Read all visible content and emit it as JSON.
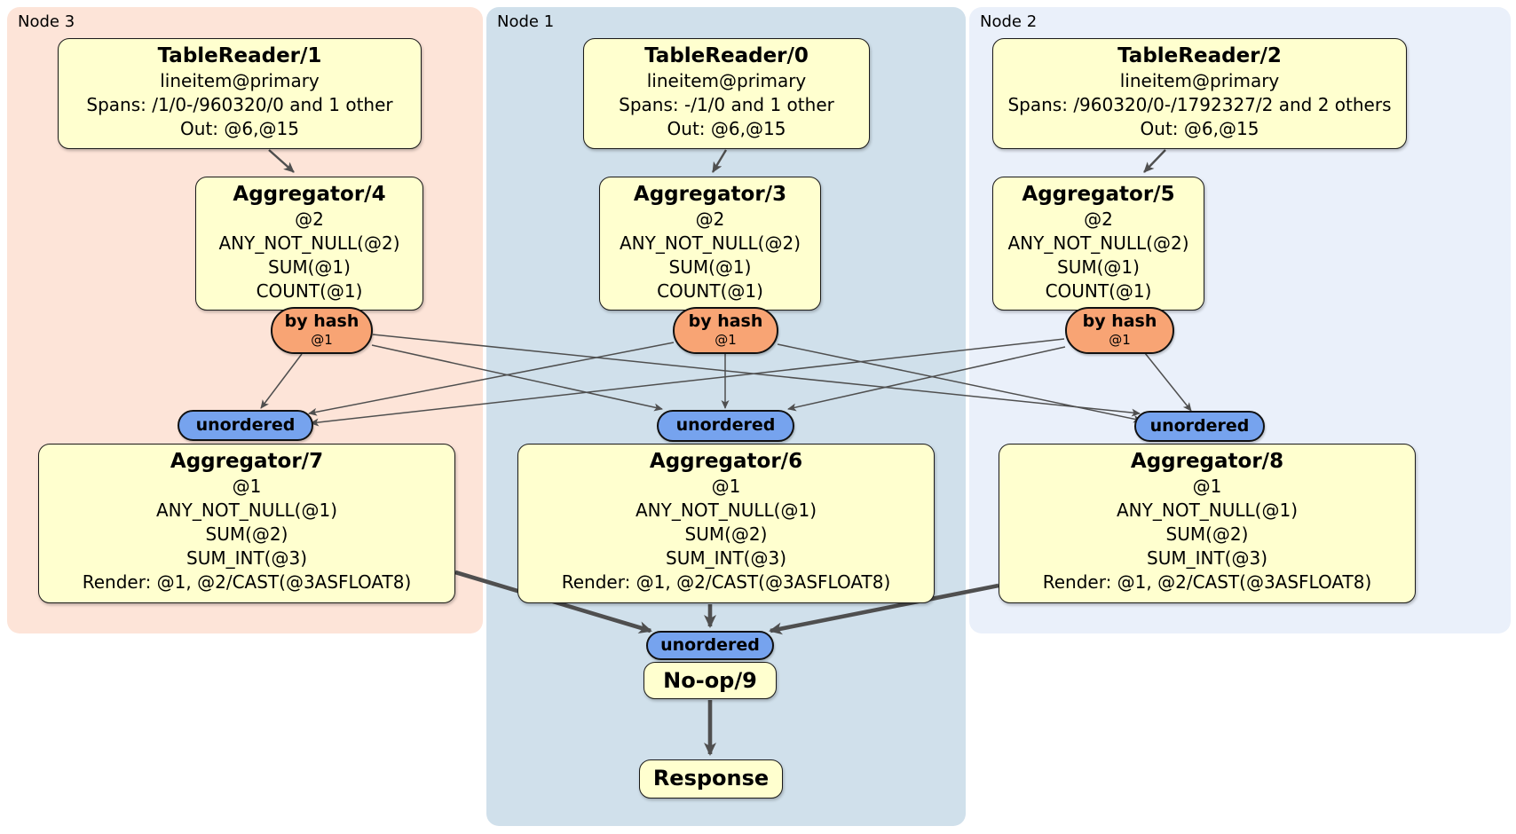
{
  "regions": [
    {
      "label": "Node 3"
    },
    {
      "label": "Node 1"
    },
    {
      "label": "Node 2"
    }
  ],
  "processors": [
    {
      "title": "TableReader/1",
      "lines": [
        "lineitem@primary",
        "Spans: /1/0-/960320/0 and 1 other",
        "Out: @6,@15"
      ]
    },
    {
      "title": "TableReader/0",
      "lines": [
        "lineitem@primary",
        "Spans: -/1/0 and 1 other",
        "Out: @6,@15"
      ]
    },
    {
      "title": "TableReader/2",
      "lines": [
        "lineitem@primary",
        "Spans: /960320/0-/1792327/2 and 2 others",
        "Out: @6,@15"
      ]
    },
    {
      "title": "Aggregator/4",
      "lines": [
        "@2",
        "ANY_NOT_NULL(@2)",
        "SUM(@1)",
        "COUNT(@1)"
      ]
    },
    {
      "title": "Aggregator/3",
      "lines": [
        "@2",
        "ANY_NOT_NULL(@2)",
        "SUM(@1)",
        "COUNT(@1)"
      ]
    },
    {
      "title": "Aggregator/5",
      "lines": [
        "@2",
        "ANY_NOT_NULL(@2)",
        "SUM(@1)",
        "COUNT(@1)"
      ]
    },
    {
      "title": "Aggregator/7",
      "lines": [
        "@1",
        "ANY_NOT_NULL(@1)",
        "SUM(@2)",
        "SUM_INT(@3)",
        "Render: @1, @2/CAST(@3ASFLOAT8)"
      ]
    },
    {
      "title": "Aggregator/6",
      "lines": [
        "@1",
        "ANY_NOT_NULL(@1)",
        "SUM(@2)",
        "SUM_INT(@3)",
        "Render: @1, @2/CAST(@3ASFLOAT8)"
      ]
    },
    {
      "title": "Aggregator/8",
      "lines": [
        "@1",
        "ANY_NOT_NULL(@1)",
        "SUM(@2)",
        "SUM_INT(@3)",
        "Render: @1, @2/CAST(@3ASFLOAT8)"
      ]
    },
    {
      "title": "No-op/9",
      "lines": []
    },
    {
      "title": "Response",
      "lines": []
    }
  ],
  "routers": [
    {
      "label": "by hash",
      "detail": "@1"
    },
    {
      "label": "by hash",
      "detail": "@1"
    },
    {
      "label": "by hash",
      "detail": "@1"
    }
  ],
  "syncs": [
    {
      "label": "unordered"
    },
    {
      "label": "unordered"
    },
    {
      "label": "unordered"
    },
    {
      "label": "unordered"
    }
  ],
  "colors": {
    "region_node3_bg": "#fde4d8",
    "region_node1_bg": "#d0e0eb",
    "region_node2_bg": "#eaf0fa",
    "processor_bg": "#ffffcf",
    "router_bg": "#f8a474",
    "sync_bg": "#76a3ee",
    "edge_color": "#4f4f4f",
    "text_color": "#000000"
  }
}
